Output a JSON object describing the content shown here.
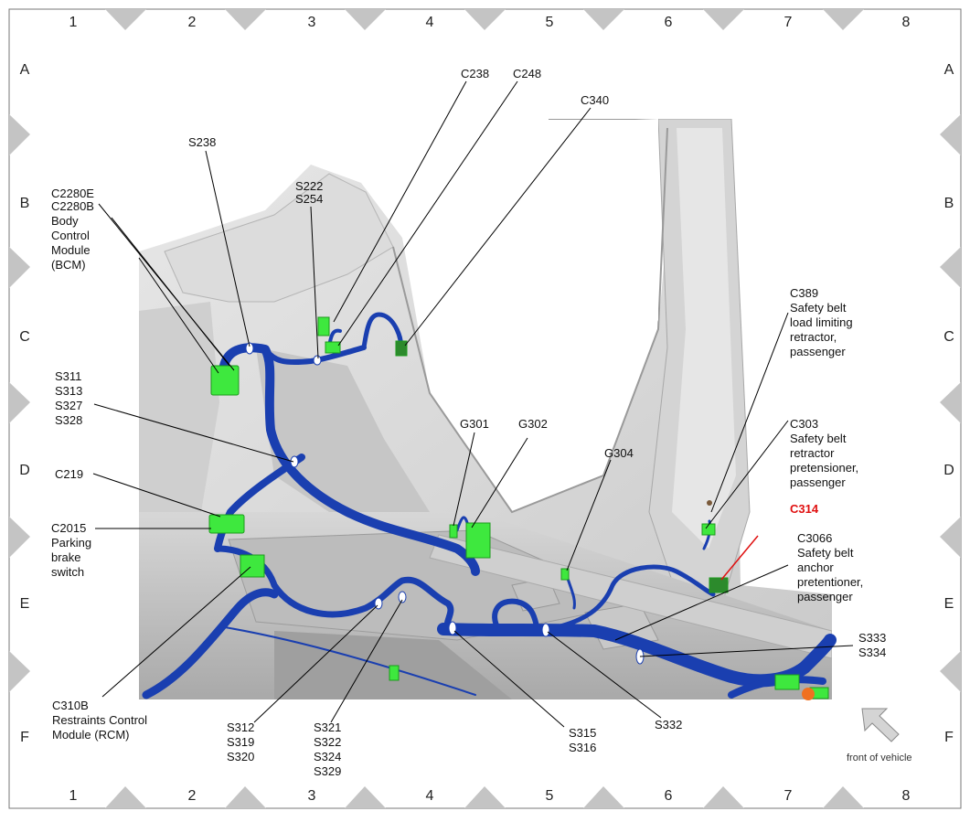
{
  "grid": {
    "columns": [
      "1",
      "2",
      "3",
      "4",
      "5",
      "6",
      "7",
      "8"
    ],
    "rows": [
      "A",
      "B",
      "C",
      "D",
      "E",
      "F"
    ]
  },
  "labels": {
    "c238": "C238",
    "c248": "C248",
    "c340": "C340",
    "s238": "S238",
    "s222_s254": [
      "S222",
      "S254"
    ],
    "bcm": [
      "C2280E",
      "C2280B",
      "Body",
      "Control",
      "Module",
      "(BCM)"
    ],
    "c389": [
      "C389",
      "Safety belt",
      "load limiting",
      "retractor,",
      "passenger"
    ],
    "s311_group": [
      "S311",
      "S313",
      "S327",
      "S328"
    ],
    "g301": "G301",
    "g302": "G302",
    "g304": "G304",
    "c303": [
      "C303",
      "Safety belt",
      "retractor",
      "pretensioner,",
      "passenger"
    ],
    "c219": "C219",
    "c314": "C314",
    "c2015": [
      "C2015",
      "Parking",
      "brake",
      "switch"
    ],
    "c3066": [
      "C3066",
      "Safety belt",
      "anchor",
      "pretentioner,",
      "passenger"
    ],
    "s333_s334": [
      "S333",
      "S334"
    ],
    "rcm": [
      "C310B",
      "Restraints Control",
      "Module (RCM)"
    ],
    "s312_group": [
      "S312",
      "S319",
      "S320"
    ],
    "s321_group": [
      "S321",
      "S322",
      "S324",
      "S329"
    ],
    "s315_s316": [
      "S315",
      "S316"
    ],
    "s332": "S332",
    "front_of_vehicle": "front of vehicle"
  },
  "colors": {
    "harness": "#1a3fb0",
    "connector": "#3ee83e",
    "highlight_label": "#e01010",
    "border_triangle": "#bdbdbd"
  }
}
